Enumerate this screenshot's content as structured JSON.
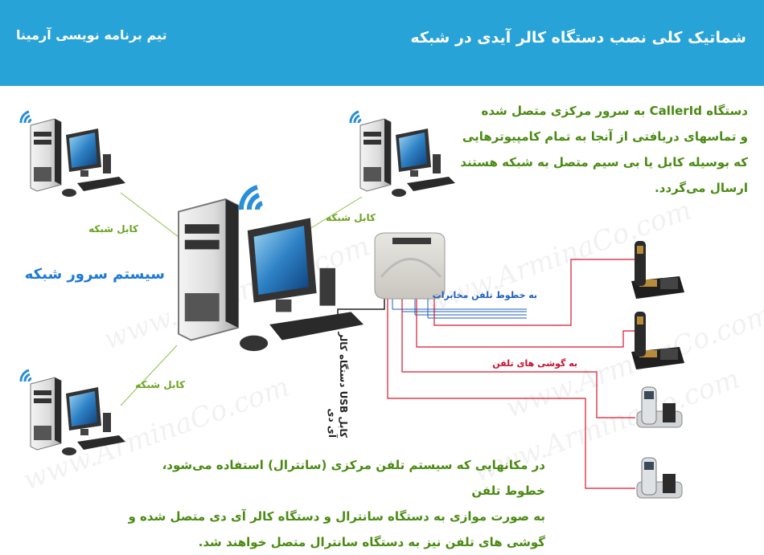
{
  "header": {
    "title": "شماتیک کلی نصب دستگاه کالر آیدی در شبکه",
    "team": "تیم برنامه نویسی آرمینا"
  },
  "intro_text": [
    "دستگاه CallerId به سرور مرکزی متصل شده",
    "و تماسهای دریافتی از آنجا به تمام کامپیوترهایی",
    "که بوسیله کابل یا بی سیم متصل به شبکه هستند",
    "ارسال می‌گردد."
  ],
  "bottom_text": [
    "در مکانهایی که سیستم تلفن مرکزی (سانترال) استفاده می‌شود، خطوط تلفن",
    "به صورت موازی به دستگاه سانترال و دستگاه کالر آی دی متصل شده و",
    "گوشی های تلفن نیز به دستگاه سانترال متصل خواهند شد."
  ],
  "labels": {
    "server": "سیستم سرور شبکه",
    "cable_left": "کابل شبکه",
    "cable_right": "کابل شبکه",
    "cable_bottom": "کابل شبکه",
    "phone_lines": "به خطوط تلفن مخابرات",
    "handsets": "به گوشی های تلفن",
    "usb": "کابل USB دستگاه کالر آی دی"
  },
  "watermark": "www.ArminaCo.com",
  "colors": {
    "header_bg": "#27a3d8",
    "text_green": "#4a8a12",
    "label_green": "#6aa320",
    "server_blue": "#1c79d6",
    "line_blue": "#1f5fbf",
    "line_red": "#d9182c"
  }
}
